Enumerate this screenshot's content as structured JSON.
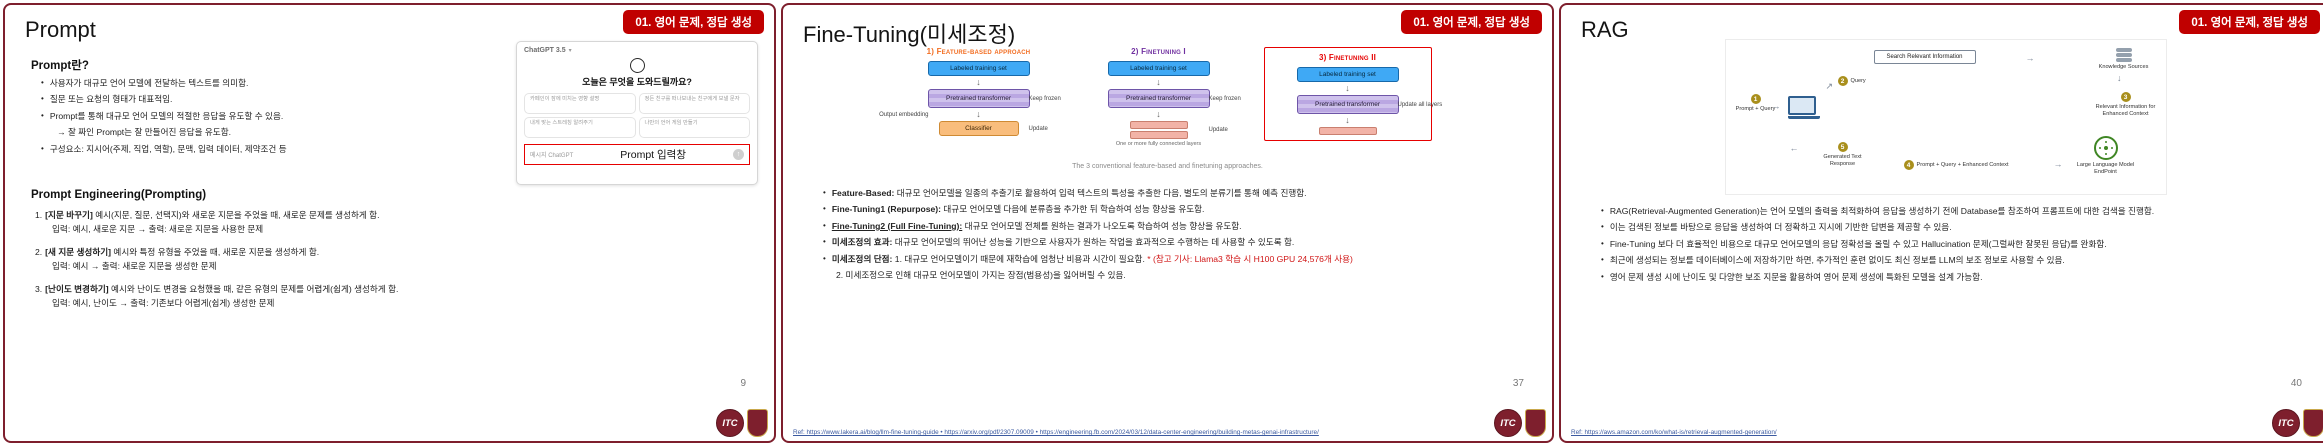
{
  "badge": "01. 영어 문제, 정답 생성",
  "footer": {
    "logo_text": "ITC"
  },
  "icons": {
    "bullet": "•",
    "arrow_down": "↓",
    "arrow_right": "→",
    "arrow_up_right": "↗",
    "arrow_left": "←",
    "arrow_up": "↑",
    "chevron_down": "▾"
  },
  "slides": [
    {
      "title": "Prompt",
      "page": "9",
      "section1": {
        "heading": "Prompt란?",
        "bullets": [
          "사용자가 대규모 언어 모델에 전달하는 텍스트를 의미함.",
          "질문 또는 요청의 형태가 대표적임.",
          "Prompt를 통해 대규모 언어 모델의 적절한 응답을 유도할 수 있음."
        ],
        "sub_bullet": "→ 잘 짜인 Prompt는 잘 만들어진 응답을 유도함.",
        "last_bullet": "구성요소: 지시어(주제, 직업, 역할), 문맥, 입력 데이터, 제약조건 등"
      },
      "gpt": {
        "header": "ChatGPT 3.5",
        "question": "오늘은 무엇을 도와드릴까요?",
        "cards": [
          "카페인이 잠에 미치는 영향 설명",
          "정든 친구를 떠나보내는 친구에게 보낼 문자",
          "내게 맞는 스트레칭 알려주기",
          "나만의 언어 게임 만들기"
        ],
        "input_placeholder": "메시지 ChatGPT",
        "annotation": "Prompt 입력창"
      },
      "section2": {
        "heading": "Prompt Engineering(Prompting)",
        "items": [
          {
            "num": "1.",
            "label": "[지문 바꾸기]",
            "text": "예시(지문, 질문, 선택지)와 새로운 지문을 주었을 때, 새로운 문제를 생성하게 함.",
            "io": "입력: 예시, 새로운 지문    → 출력: 새로운 지문을 사용한 문제"
          },
          {
            "num": "2.",
            "label": "[새 지문 생성하기]",
            "text": "예시와 특정 유형을 주었을 때, 새로운 지문을 생성하게 함.",
            "io": "입력: 예시    → 출력: 새로운 지문을 생성한 문제"
          },
          {
            "num": "3.",
            "label": "[난이도 변경하기]",
            "text": "예시와 난이도 변경을 요청했을 때, 같은 유형의 문제를 어렵게(쉽게) 생성하게 함.",
            "io": "입력: 예시, 난이도    → 출력: 기존보다 어렵게(쉽게) 생성한 문제"
          }
        ]
      }
    },
    {
      "title": "Fine-Tuning(미세조정)",
      "page": "37",
      "diagram": {
        "columns": [
          {
            "header": "1) Feature-based approach",
            "top_box": "Labeled training set",
            "mid_box": "Pretrained transformer",
            "mid_note": "Keep frozen",
            "left_note": "Output embedding",
            "bottom_box": "Classifier",
            "bottom_note": "Update"
          },
          {
            "header": "2) Finetuning I",
            "top_box": "Labeled training set",
            "mid_box": "Pretrained transformer",
            "mid_note": "Keep frozen",
            "bottom_note": "Update",
            "bottom_caption": "One or more fully connected layers"
          },
          {
            "header": "3) Finetuning II",
            "top_box": "Labeled training set",
            "mid_box": "Pretrained transformer",
            "mid_note": "Update all layers"
          }
        ],
        "caption": "The 3 conventional feature-based and finetuning approaches."
      },
      "bullets": [
        {
          "lead": "Feature-Based:",
          "rest": "대규모 언어모델을 일종의 추출기로 활용하여 입력 텍스트의 특성을 추출한 다음, 별도의 분류기를 통해 예측 진행함."
        },
        {
          "lead": "Fine-Tuning1 (Repurpose):",
          "rest": "대규모 언어모델 다음에 분류층을 추가한 뒤 학습하여 성능 향상을 유도함."
        },
        {
          "lead": "Fine-Tuning2 (Full Fine-Tuning):",
          "rest": "대규모 언어모델 전체를 원하는 결과가 나오도록 학습하여 성능 향상을 유도함."
        },
        {
          "lead": "미세조정의 효과:",
          "rest": "대규모 언어모델의 뛰어난 성능을 기반으로 사용자가 원하는 작업을 효과적으로 수행하는 데 사용할 수 있도록 함."
        },
        {
          "lead": "미세조정의 단점:",
          "rest": "1. 대규모 언어모델이기 때문에 재학습에 엄청난 비용과 시간이 필요함.",
          "note": "* (참고 기사: Llama3 학습 시 H100 GPU 24,576개 사용)",
          "line2": "2. 미세조정으로 인해 대규모 언어모델이 가지는 장점(범용성)을 잃어버릴 수 있음."
        }
      ],
      "ref": "Ref: https://www.lakera.ai/blog/llm-fine-tuning-guide • https://arxiv.org/pdf/2307.09009 • https://engineering.fb.com/2024/03/12/data-center-engineering/building-metas-genai-infrastructure/"
    },
    {
      "title": "RAG",
      "page": "40",
      "diagram": {
        "labels": {
          "search": "Search Relevant Information",
          "knowledge": "Knowledge Sources",
          "query": "Query",
          "prompt_query": "Prompt + Query",
          "relevant": "Relevant Information for Enhanced Context",
          "generated": "Generated Text Response",
          "enhanced": "Prompt + Query + Enhanced Context",
          "llm": "Large Language Model EndPoint"
        },
        "steps": [
          "1",
          "2",
          "3",
          "4",
          "5"
        ]
      },
      "bullets": [
        "RAG(Retrieval-Augmented Generation)는 언어 모델의 출력을 최적화하여 응답을 생성하기 전에 Database를 참조하여 프롬프트에 대한 검색을 진행함.",
        "이는 검색된 정보를 바탕으로 응답을 생성하여 더 정확하고 지시에 기반한 답변을 제공할 수 있음.",
        "Fine-Tuning 보다 더 효율적인 비용으로 대규모 언어모델의 응답 정확성을 올릴 수 있고 Hallucination 문제(그럴싸한 잘못된 응답)를 완화함.",
        "최근에 생성되는 정보를 데이터베이스에 저장하기만 하면, 추가적인 훈련 없이도 최신 정보를 LLM의 보조 정보로 사용할 수 있음.",
        "영어 문제 생성 시에 난이도 및 다양한 보조 지문을 활용하여 영어 문제 생성에 특화된 모델을 설계 가능함."
      ],
      "ref": "Ref: https://aws.amazon.com/ko/what-is/retrieval-augmented-generation/"
    }
  ]
}
